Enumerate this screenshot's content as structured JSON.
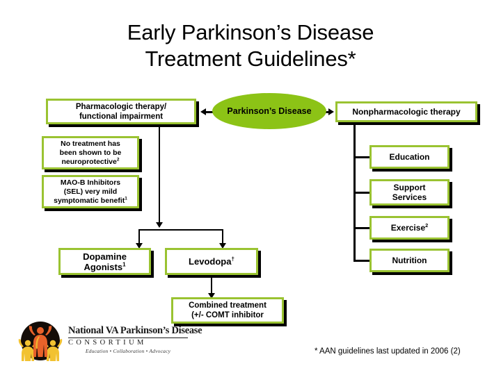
{
  "slide": {
    "title_line1": "Early Parkinson’s Disease",
    "title_line2": "Treatment Guidelines*",
    "footnote": "* AAN guidelines last updated in 2006 (2)",
    "background_color": "#ffffff"
  },
  "colors": {
    "box_border_green": "#9ac331",
    "ellipse_fill_green": "#8cc316",
    "shadow": "#000000",
    "text": "#000000"
  },
  "diagram": {
    "root": {
      "label": "Parkinson’s Disease",
      "shape": "ellipse"
    },
    "branches": [
      {
        "id": "pharmacologic",
        "label_line1": "Pharmacologic therapy/",
        "label_line2": "functional impairment"
      },
      {
        "id": "nonpharmacologic",
        "label": "Nonpharmacologic therapy"
      }
    ],
    "pharmacologic_notes": [
      {
        "id": "no-neuroprotective",
        "line1": "No treatment has",
        "line2": "been shown to be",
        "line3": "neuroprotective",
        "superscript": "2"
      },
      {
        "id": "mao-b",
        "line1": "MAO-B Inhibitors",
        "line2": "(SEL) very mild",
        "line3": "symptomatic benefit",
        "superscript": "1"
      }
    ],
    "pharmacologic_options": [
      {
        "id": "dopamine-agonists",
        "line1": "Dopamine",
        "line2": "Agonists",
        "superscript": "1"
      },
      {
        "id": "levodopa",
        "line1": "Levodopa",
        "superscript": "†"
      }
    ],
    "combined": {
      "id": "combined-treatment",
      "line1": "Combined treatment",
      "line2": "(+/- COMT inhibitor"
    },
    "nonpharmacologic_items": [
      {
        "id": "education",
        "line1": "Education"
      },
      {
        "id": "support-services",
        "line1": "Support",
        "line2": "Services"
      },
      {
        "id": "exercise",
        "line1": "Exercise",
        "superscript": "2"
      },
      {
        "id": "nutrition",
        "line1": "Nutrition"
      }
    ]
  },
  "logo": {
    "organization": "National VA Parkinson’s Disease",
    "consortium": "CONSORTIUM",
    "tagline": "Education  •  Collaboration  •  Advocacy"
  }
}
